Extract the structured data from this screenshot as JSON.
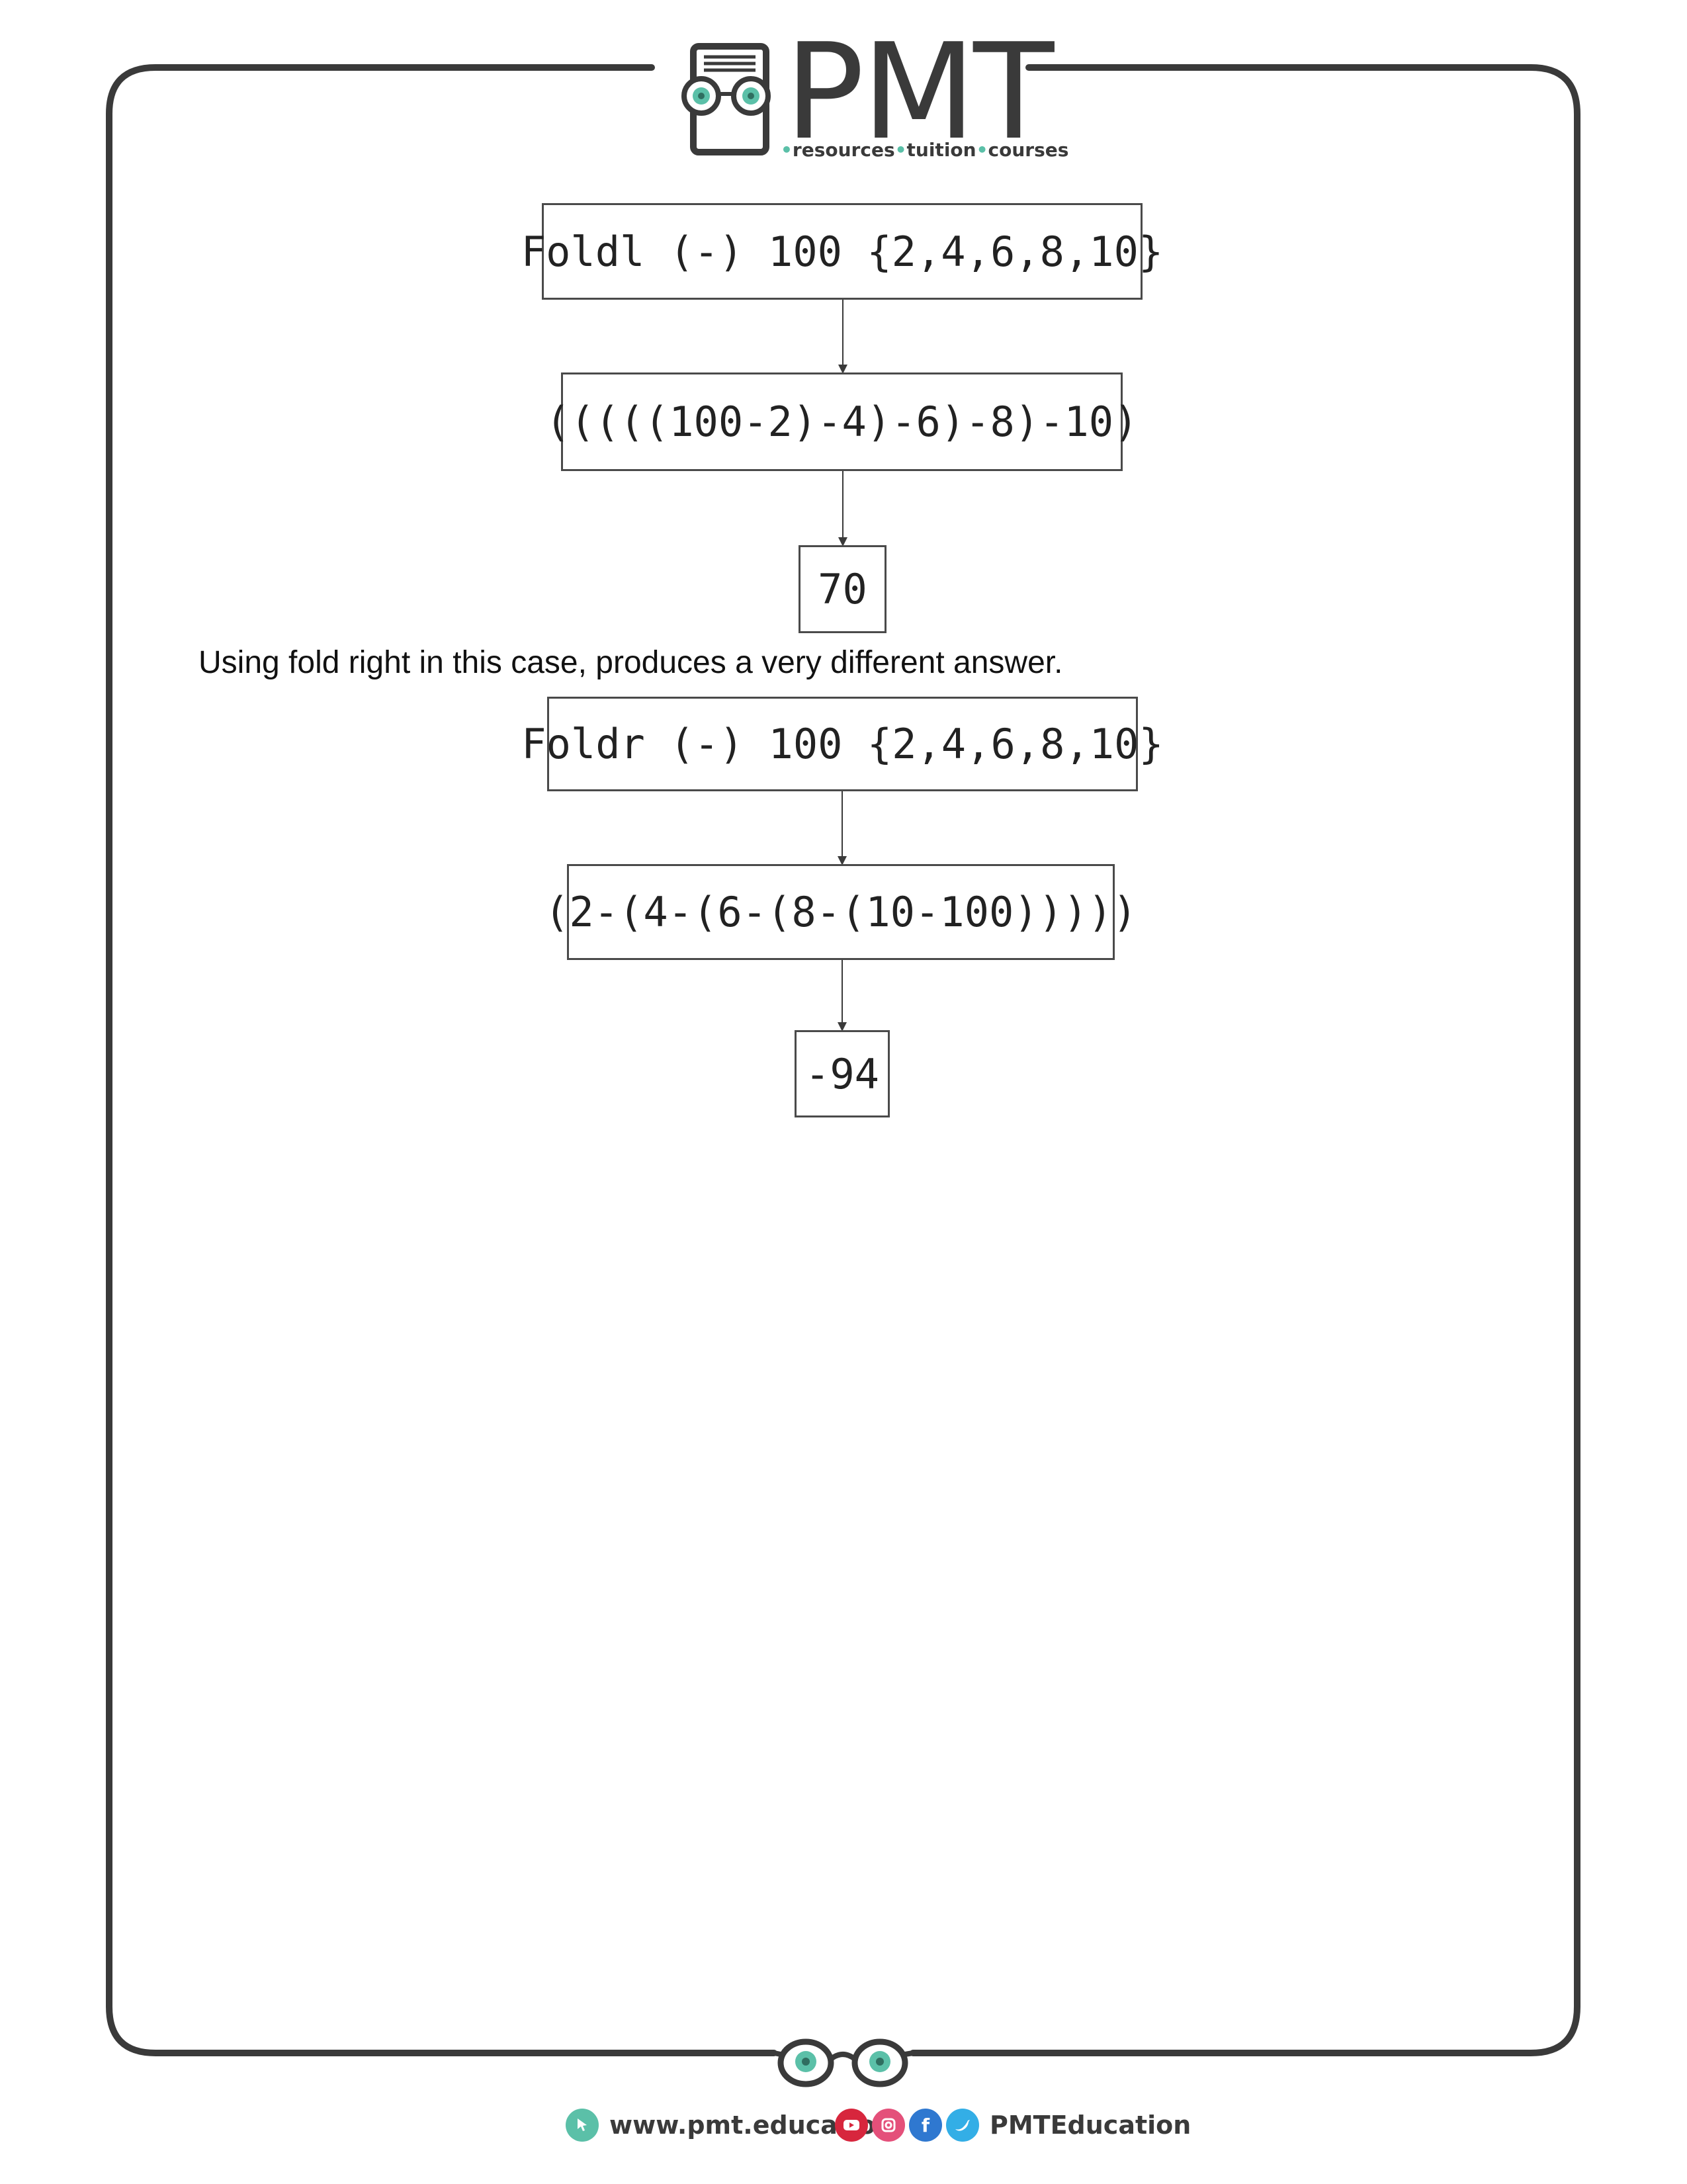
{
  "logo": {
    "brand": "PMT",
    "tagline_parts": [
      "resources",
      "tuition",
      "courses"
    ]
  },
  "diagram_foldl": {
    "expression": "Foldl (-) 100 {2,4,6,8,10}",
    "expansion": "(((((100-2)-4)-6)-8)-10)",
    "result": "70"
  },
  "caption": "Using fold right in this case, produces a very different answer.",
  "diagram_foldr": {
    "expression": "Foldr (-) 100 {2,4,6,8,10}",
    "expansion": "(2-(4-(6-(8-(10-100)))))",
    "result": "-94"
  },
  "footer": {
    "website": "www.pmt.education",
    "social_handle": "PMTEducation",
    "social_icons": [
      "youtube-icon",
      "instagram-icon",
      "facebook-icon",
      "twitter-icon"
    ]
  },
  "colors": {
    "frame": "#3a3a3a",
    "accent": "#5bc0a8",
    "youtube": "#d7263d",
    "instagram": "#e4507a",
    "facebook": "#2f78d0",
    "twitter": "#33aee6"
  }
}
